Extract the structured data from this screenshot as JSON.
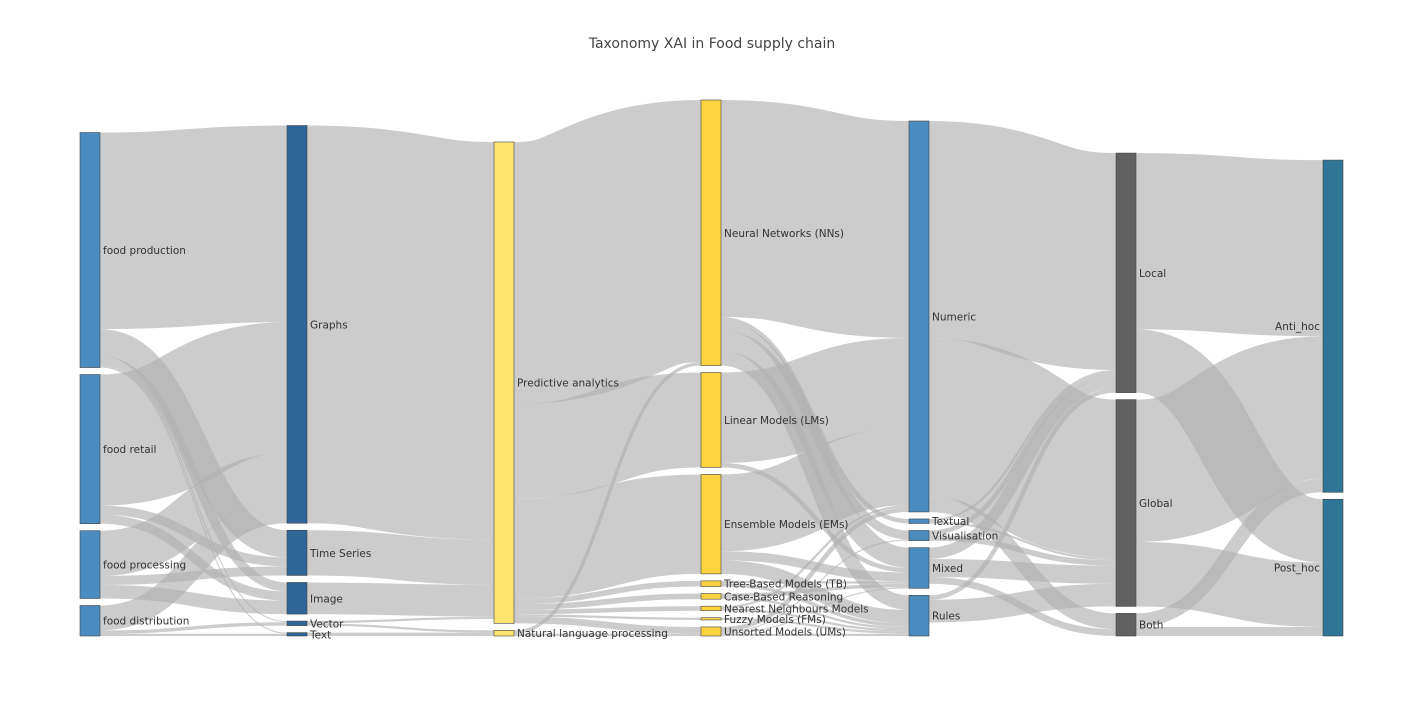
{
  "chart_data": {
    "type": "sankey",
    "title": "Taxonomy XAI in Food supply chain",
    "nodes": [
      {
        "id": "food_production",
        "label": "food production",
        "column": 0,
        "color": "#4a8bc0"
      },
      {
        "id": "food_retail",
        "label": "food retail",
        "column": 0,
        "color": "#4a8bc0"
      },
      {
        "id": "food_processing",
        "label": "food processing",
        "column": 0,
        "color": "#4a8bc0"
      },
      {
        "id": "food_distribution",
        "label": "food distribution",
        "column": 0,
        "color": "#4a8bc0"
      },
      {
        "id": "graphs",
        "label": "Graphs",
        "column": 1,
        "color": "#2f6597"
      },
      {
        "id": "time_series",
        "label": "Time Series",
        "column": 1,
        "color": "#2f6597"
      },
      {
        "id": "image",
        "label": "Image",
        "column": 1,
        "color": "#2f6597"
      },
      {
        "id": "vector",
        "label": "Vector",
        "column": 1,
        "color": "#2f6597"
      },
      {
        "id": "text",
        "label": "Text",
        "column": 1,
        "color": "#2f6597"
      },
      {
        "id": "predictive",
        "label": "Predictive analytics",
        "column": 2,
        "color": "#fde46f"
      },
      {
        "id": "nlp",
        "label": "Natural language processing",
        "column": 2,
        "color": "#fde46f"
      },
      {
        "id": "nn",
        "label": "Neural Networks (NNs)",
        "column": 3,
        "color": "#fdd33f"
      },
      {
        "id": "lm",
        "label": "Linear Models (LMs)",
        "column": 3,
        "color": "#fdd33f"
      },
      {
        "id": "em",
        "label": "Ensemble Models (EMs)",
        "column": 3,
        "color": "#fdd33f"
      },
      {
        "id": "tb",
        "label": "Tree-Based Models (TB)",
        "column": 3,
        "color": "#fdd33f"
      },
      {
        "id": "cbr",
        "label": "Case-Based Reasoning",
        "column": 3,
        "color": "#fdd33f"
      },
      {
        "id": "nnm",
        "label": "Nearest Neighbours Models",
        "column": 3,
        "color": "#fdd33f"
      },
      {
        "id": "fm",
        "label": "Fuzzy Models (FMs)",
        "column": 3,
        "color": "#fdd33f"
      },
      {
        "id": "um",
        "label": "Unsorted Models (UMs)",
        "column": 3,
        "color": "#fdd33f"
      },
      {
        "id": "numeric",
        "label": "Numeric",
        "column": 4,
        "color": "#4a8bc0"
      },
      {
        "id": "textual",
        "label": "Textual",
        "column": 4,
        "color": "#4a8bc0"
      },
      {
        "id": "visualisation",
        "label": "Visualisation",
        "column": 4,
        "color": "#4a8bc0"
      },
      {
        "id": "mixed",
        "label": "Mixed",
        "column": 4,
        "color": "#4a8bc0"
      },
      {
        "id": "rules",
        "label": "Rules",
        "column": 4,
        "color": "#4a8bc0"
      },
      {
        "id": "local",
        "label": "Local",
        "column": 5,
        "color": "#616161"
      },
      {
        "id": "global",
        "label": "Global",
        "column": 5,
        "color": "#616161"
      },
      {
        "id": "both",
        "label": "Both",
        "column": 5,
        "color": "#616161"
      },
      {
        "id": "anti_hoc",
        "label": "Anti_hoc",
        "column": 6,
        "color": "#2f7696"
      },
      {
        "id": "post_hoc",
        "label": "Post_hoc",
        "column": 6,
        "color": "#2f7696"
      }
    ],
    "links": [
      {
        "source": "food_production",
        "target": "graphs",
        "value": 87
      },
      {
        "source": "food_production",
        "target": "time_series",
        "value": 12
      },
      {
        "source": "food_production",
        "target": "image",
        "value": 4
      },
      {
        "source": "food_production",
        "target": "vector",
        "value": 0.5
      },
      {
        "source": "food_production",
        "target": "text",
        "value": 0.5
      },
      {
        "source": "food_retail",
        "target": "graphs",
        "value": 58
      },
      {
        "source": "food_retail",
        "target": "time_series",
        "value": 4
      },
      {
        "source": "food_retail",
        "target": "image",
        "value": 4
      },
      {
        "source": "food_processing",
        "target": "graphs",
        "value": 20
      },
      {
        "source": "food_processing",
        "target": "time_series",
        "value": 4
      },
      {
        "source": "food_processing",
        "target": "image",
        "value": 6
      },
      {
        "source": "food_distribution",
        "target": "graphs",
        "value": 11
      },
      {
        "source": "food_distribution",
        "target": "vector",
        "value": 1.5
      },
      {
        "source": "food_distribution",
        "target": "text",
        "value": 1
      },
      {
        "source": "graphs",
        "target": "predictive",
        "value": 176
      },
      {
        "source": "time_series",
        "target": "predictive",
        "value": 20
      },
      {
        "source": "image",
        "target": "predictive",
        "value": 14
      },
      {
        "source": "vector",
        "target": "predictive",
        "value": 1
      },
      {
        "source": "vector",
        "target": "nlp",
        "value": 1
      },
      {
        "source": "text",
        "target": "nlp",
        "value": 1.5
      },
      {
        "source": "predictive",
        "target": "nn",
        "value": 116
      },
      {
        "source": "predictive",
        "target": "lm",
        "value": 42
      },
      {
        "source": "predictive",
        "target": "em",
        "value": 44
      },
      {
        "source": "predictive",
        "target": "tb",
        "value": 2.5
      },
      {
        "source": "predictive",
        "target": "cbr",
        "value": 2.5
      },
      {
        "source": "predictive",
        "target": "nnm",
        "value": 2
      },
      {
        "source": "predictive",
        "target": "fm",
        "value": 1
      },
      {
        "source": "predictive",
        "target": "um",
        "value": 3
      },
      {
        "source": "nlp",
        "target": "nn",
        "value": 1.5
      },
      {
        "source": "nlp",
        "target": "um",
        "value": 1
      },
      {
        "source": "nn",
        "target": "numeric",
        "value": 96
      },
      {
        "source": "nn",
        "target": "textual",
        "value": 2
      },
      {
        "source": "nn",
        "target": "visualisation",
        "value": 4
      },
      {
        "source": "nn",
        "target": "mixed",
        "value": 9
      },
      {
        "source": "nn",
        "target": "rules",
        "value": 6.5
      },
      {
        "source": "lm",
        "target": "numeric",
        "value": 40
      },
      {
        "source": "lm",
        "target": "mixed",
        "value": 2
      },
      {
        "source": "em",
        "target": "numeric",
        "value": 34
      },
      {
        "source": "em",
        "target": "mixed",
        "value": 4
      },
      {
        "source": "em",
        "target": "rules",
        "value": 6
      },
      {
        "source": "tb",
        "target": "mixed",
        "value": 1
      },
      {
        "source": "tb",
        "target": "rules",
        "value": 1.5
      },
      {
        "source": "cbr",
        "target": "mixed",
        "value": 1.5
      },
      {
        "source": "cbr",
        "target": "rules",
        "value": 1
      },
      {
        "source": "nnm",
        "target": "numeric",
        "value": 1
      },
      {
        "source": "nnm",
        "target": "rules",
        "value": 1
      },
      {
        "source": "fm",
        "target": "rules",
        "value": 1
      },
      {
        "source": "um",
        "target": "numeric",
        "value": 2
      },
      {
        "source": "um",
        "target": "visualisation",
        "value": 0.5
      },
      {
        "source": "um",
        "target": "mixed",
        "value": 0.5
      },
      {
        "source": "um",
        "target": "rules",
        "value": 1
      },
      {
        "source": "numeric",
        "target": "local",
        "value": 96
      },
      {
        "source": "numeric",
        "target": "global",
        "value": 70
      },
      {
        "source": "numeric",
        "target": "both",
        "value": 7
      },
      {
        "source": "textual",
        "target": "local",
        "value": 1
      },
      {
        "source": "textual",
        "target": "global",
        "value": 1
      },
      {
        "source": "visualisation",
        "target": "local",
        "value": 2
      },
      {
        "source": "visualisation",
        "target": "global",
        "value": 2.5
      },
      {
        "source": "mixed",
        "target": "local",
        "value": 5
      },
      {
        "source": "mixed",
        "target": "global",
        "value": 8
      },
      {
        "source": "mixed",
        "target": "both",
        "value": 3
      },
      {
        "source": "rules",
        "target": "local",
        "value": 2
      },
      {
        "source": "rules",
        "target": "global",
        "value": 10
      },
      {
        "source": "local",
        "target": "anti_hoc",
        "value": 78
      },
      {
        "source": "local",
        "target": "post_hoc",
        "value": 28
      },
      {
        "source": "global",
        "target": "anti_hoc",
        "value": 63
      },
      {
        "source": "global",
        "target": "post_hoc",
        "value": 28.5
      },
      {
        "source": "both",
        "target": "anti_hoc",
        "value": 6
      },
      {
        "source": "both",
        "target": "post_hoc",
        "value": 4
      }
    ]
  }
}
